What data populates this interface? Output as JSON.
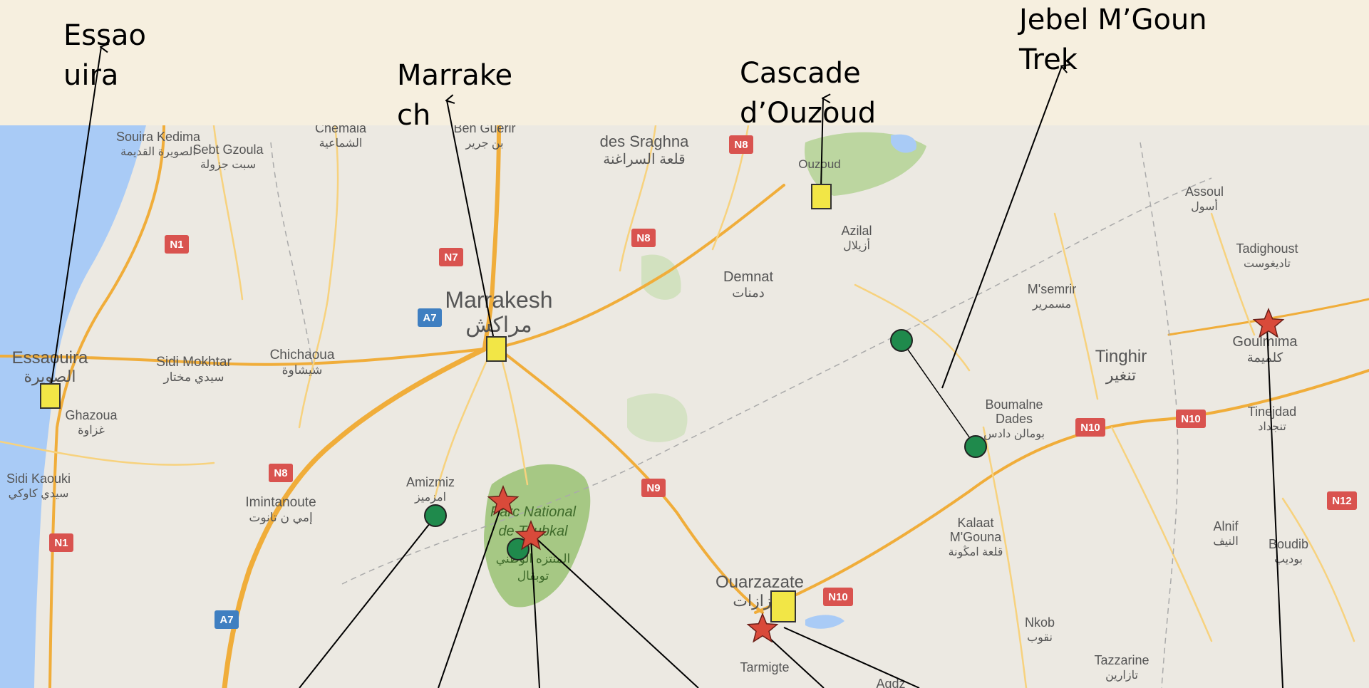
{
  "colors": {
    "banner": "#f6efdf",
    "ocean": "#a9cbf6",
    "land": "#ece9e2",
    "park": "#a6c884",
    "road_major": "#f0ad3a",
    "road_minor": "#f7d27e",
    "shield_red": "#d9534f",
    "shield_blue": "#3f7fc1",
    "square_marker": "#f2e646",
    "circle_marker": "#1f8a4c",
    "star_marker": "#d94a3a"
  },
  "callouts": [
    {
      "id": "essaouira",
      "text": "Essao\nuira"
    },
    {
      "id": "marrakech",
      "text": "Marrake\nch"
    },
    {
      "id": "ouzoud",
      "text": "Cascade\nd’Ouzoud"
    },
    {
      "id": "mgoun",
      "text": "Jebel M’Goun\nTrek"
    }
  ],
  "map": {
    "towns": [
      {
        "name": "Souira Kedima",
        "local": "الصويرة القديمة"
      },
      {
        "name": "Sebt Gzoula",
        "local": "سبت جزولة"
      },
      {
        "name": "Chemaia",
        "local": "الشماعية"
      },
      {
        "name": "Ben Guerir",
        "local": "بن جرير"
      },
      {
        "name": "des Sraghna",
        "local": "قلعة السراغنة"
      },
      {
        "name": "Ouzoud",
        "local": ""
      },
      {
        "name": "Azilal",
        "local": "أزيلال"
      },
      {
        "name": "Assoul",
        "local": "أسول"
      },
      {
        "name": "Tadighoust",
        "local": "تاديغوست"
      },
      {
        "name": "M'semrir",
        "local": "مسمرير"
      },
      {
        "name": "Demnat",
        "local": "دمنات"
      },
      {
        "name": "Marrakesh",
        "local": "مراكش"
      },
      {
        "name": "Essaouira",
        "local": "الصويرة"
      },
      {
        "name": "Sidi Mokhtar",
        "local": "سيدي مختار"
      },
      {
        "name": "Chichaoua",
        "local": "شيشاوة"
      },
      {
        "name": "Ghazoua",
        "local": "غزاوة"
      },
      {
        "name": "Sidi Kaouki",
        "local": "سيدي كاوكي"
      },
      {
        "name": "Tinghir",
        "local": "تنغير"
      },
      {
        "name": "Goulmima",
        "local": "كلميمة"
      },
      {
        "name": "Boumalne Dades",
        "local": "بومالن دادس"
      },
      {
        "name": "Tinejdad",
        "local": "تنجداد"
      },
      {
        "name": "Amizmiz",
        "local": "امزميز"
      },
      {
        "name": "Imintanoute",
        "local": "إمي ن تانوت"
      },
      {
        "name": "Kalaat M'Gouna",
        "local": "قلعة امڭونة"
      },
      {
        "name": "Alnif",
        "local": "النيف"
      },
      {
        "name": "Boudib",
        "local": "بوديب"
      },
      {
        "name": "Ouarzazate",
        "local": "ورزازات"
      },
      {
        "name": "Tarmigte",
        "local": ""
      },
      {
        "name": "Nkob",
        "local": "نقوب"
      },
      {
        "name": "Tazzarine",
        "local": "تازارين"
      },
      {
        "name": "Agdz",
        "local": ""
      }
    ],
    "park_label": [
      "Parc National",
      "de Toubkal",
      "المنتزه الوطني",
      "توبقال"
    ],
    "road_shields": [
      "N1",
      "N7",
      "N8",
      "N8",
      "N8",
      "A7",
      "N8",
      "N9",
      "N10",
      "N10",
      "N10",
      "N12",
      "N1",
      "A7"
    ]
  }
}
